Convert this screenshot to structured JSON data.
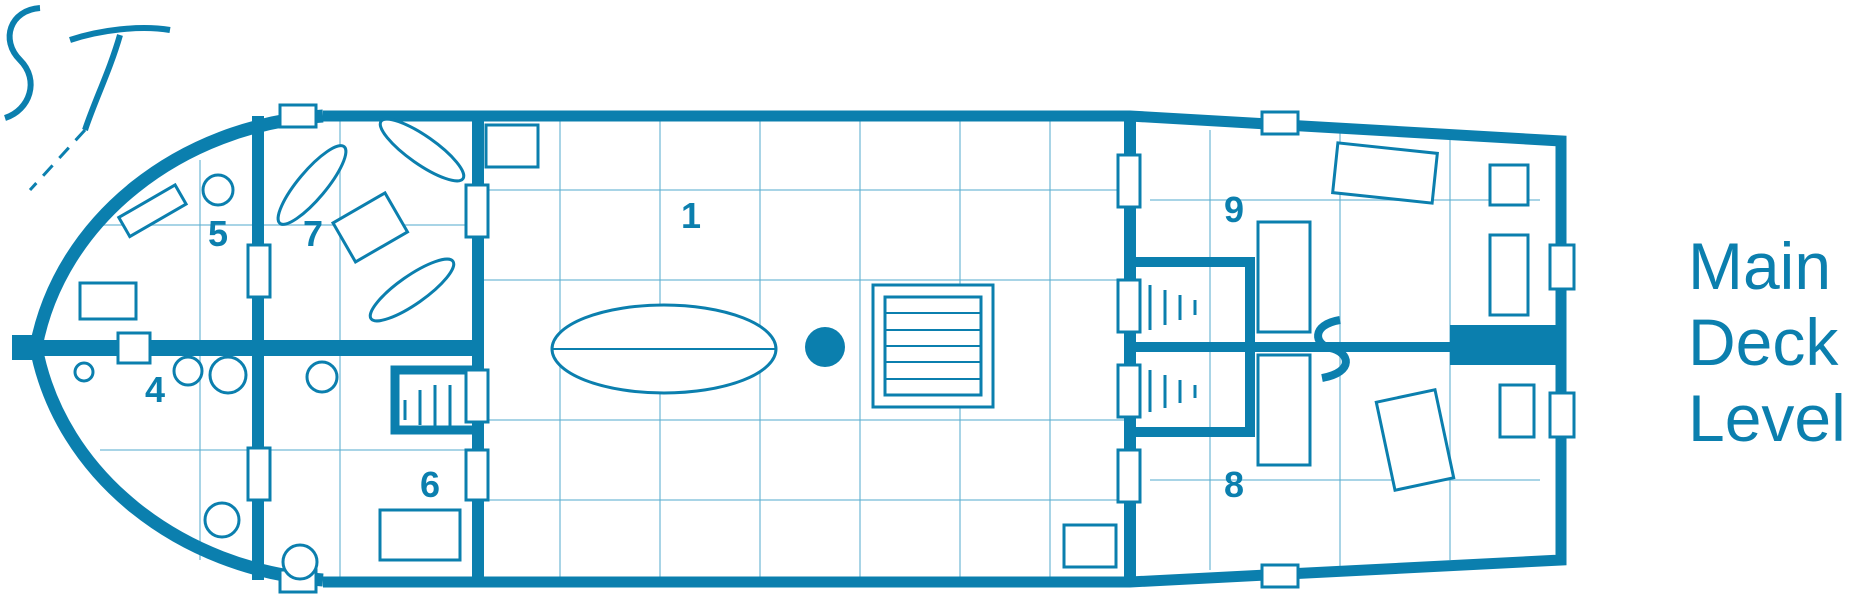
{
  "map": {
    "title_lines": [
      "Main",
      "Deck",
      "Level"
    ],
    "logo_text": "ST",
    "rooms": [
      "1",
      "4",
      "5",
      "6",
      "7",
      "8",
      "9"
    ],
    "color": "#0b7fae"
  }
}
